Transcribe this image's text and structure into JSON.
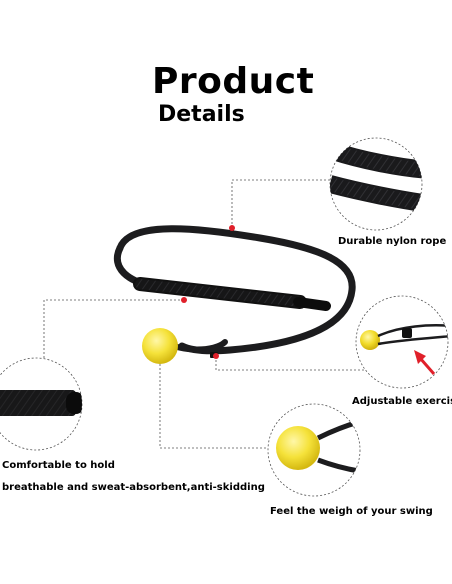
{
  "heading": {
    "title": "Product",
    "subtitle": "Details"
  },
  "callouts": {
    "rope": "Durable nylon rope",
    "adjustable": "Adjustable exercise",
    "grip_line1": "Comfortable to hold",
    "grip_line2": "breathable and sweat-absorbent,anti-skidding",
    "ball": "Feel the weigh of your swing"
  },
  "colors": {
    "rope": "#1c1c1e",
    "ball": "#f5e23a",
    "marker": "#e0202a",
    "arrow": "#e0202a",
    "leader": "#555555"
  }
}
